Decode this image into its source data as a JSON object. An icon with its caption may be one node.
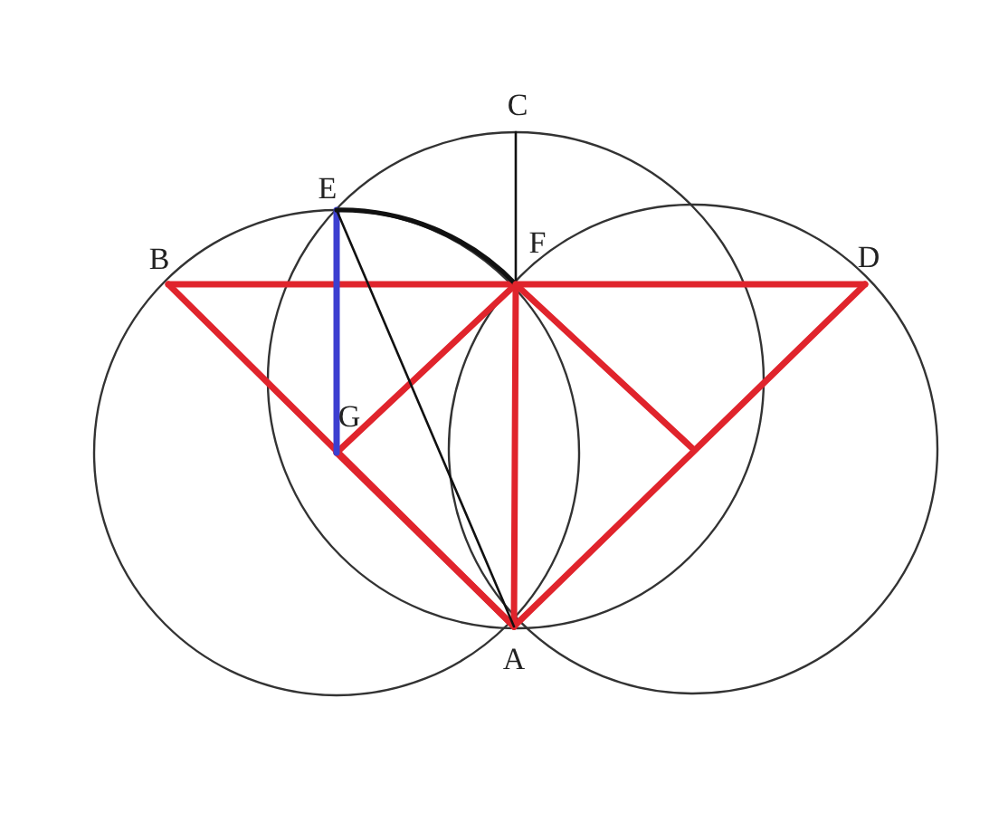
{
  "diagram": {
    "nodes": [
      {
        "text": [
          "C"
        ]
      },
      {
        "text": [
          "E"
        ]
      },
      {
        "text": [
          "B"
        ]
      },
      {
        "text": [
          "F"
        ]
      },
      {
        "text": [
          "D"
        ]
      },
      {
        "text": [
          "G"
        ]
      },
      {
        "text": [
          "A"
        ]
      }
    ],
    "edges": [
      {
        "from": 2,
        "to": 4,
        "arrow": "none"
      },
      {
        "from": 2,
        "to": 6,
        "arrow": "none"
      },
      {
        "from": 4,
        "to": 6,
        "arrow": "none"
      },
      {
        "from": 3,
        "to": 6,
        "arrow": "none"
      },
      {
        "from": 3,
        "to": 5,
        "arrow": "none"
      },
      {
        "from": 5,
        "to": 6,
        "arrow": "none"
      },
      {
        "from": 1,
        "to": 5,
        "arrow": "none",
        "color": "#3c3fd0"
      },
      {
        "from": 0,
        "to": 3,
        "arrow": "none",
        "color": "#111111"
      },
      {
        "from": 1,
        "to": 6,
        "arrow": "none",
        "color": "#111111"
      },
      {
        "from": 1,
        "to": 3,
        "arrow": "none",
        "color": "#111111"
      },
      {
        "from": 3,
        "to": null,
        "arrow": "none"
      }
    ]
  }
}
